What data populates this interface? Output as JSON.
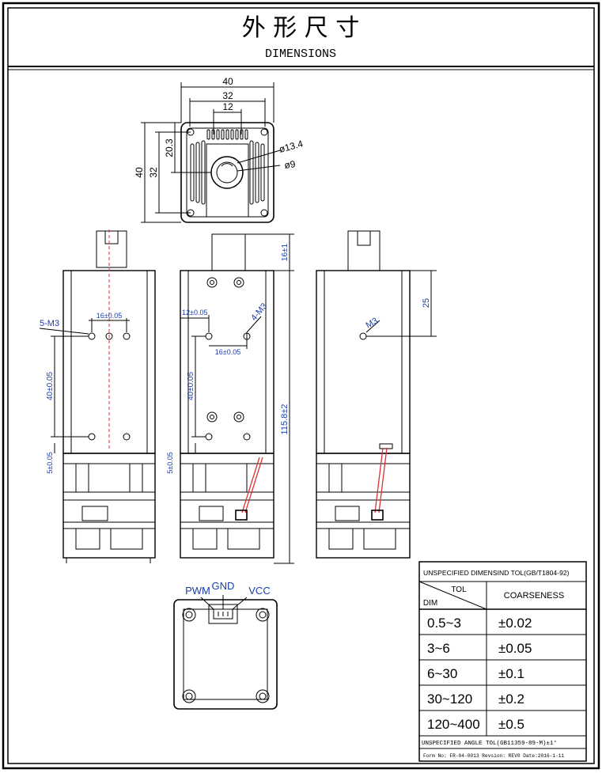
{
  "header": {
    "title_cn": "外 形 尺 寸",
    "title_en": "DIMENSIONS"
  },
  "top_view": {
    "dim_width_outer": "40",
    "dim_width_mid": "32",
    "dim_width_inner": "12",
    "dim_height_outer": "40",
    "dim_height_mid": "32",
    "dim_height_offset": "20.3",
    "dim_bore_outer": "ø13.4",
    "dim_bore_inner": "ø9"
  },
  "side_view_1": {
    "thread_label": "5-M3",
    "spacing_label": "16±0.05",
    "vertical_label": "40±0.05",
    "bottom_label": "5±0.05"
  },
  "side_view_2": {
    "offset_label": "12±0.05",
    "thread_label": "4-M3",
    "spacing_label": "16±0.05",
    "vertical_label": "40±0.05",
    "bottom_label": "5±0.05",
    "shaft_label": "16±1",
    "length_label": "115.8±2"
  },
  "side_view_3": {
    "thread_label": "M3",
    "offset_label": "25"
  },
  "bottom_view": {
    "pwm": "PWM",
    "gnd": "GND",
    "vcc": "VCC"
  },
  "tolerance_table": {
    "title": "UNSPECIFIED DIMENSIND TOL(GB/T1804-92)",
    "header_tol": "TOL",
    "header_dim": "DIM",
    "header_coarse": "COARSENESS",
    "rows": [
      {
        "range": "0.5~3",
        "tol": "±0.02"
      },
      {
        "range": "3~6",
        "tol": "±0.05"
      },
      {
        "range": "6~30",
        "tol": "±0.1"
      },
      {
        "range": "30~120",
        "tol": "±0.2"
      },
      {
        "range": "120~400",
        "tol": "±0.5"
      }
    ],
    "angle_note": "UNSPECIFIED ANGLE TOL(GB11359-89-M)±1°",
    "form_note": "Form No: FR-04-0013 Revsion: REV0 Date:2016-1-11"
  }
}
